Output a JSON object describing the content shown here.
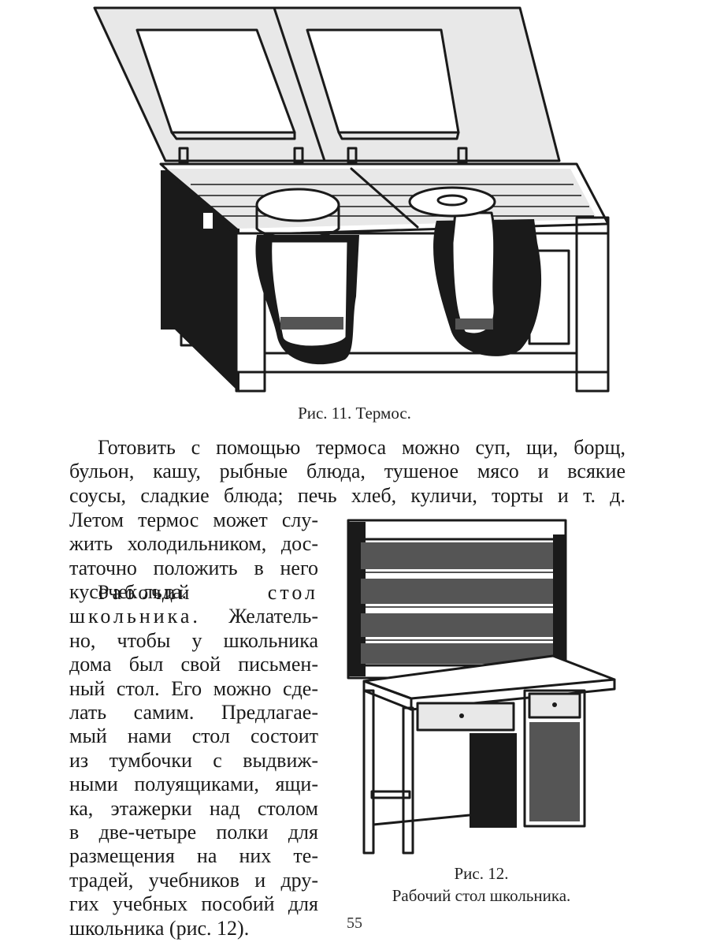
{
  "figure11": {
    "caption": "Рис. 11. Термос."
  },
  "figure12": {
    "caption_number": "Рис. 12.",
    "caption_title": "Рабочий стол школьника."
  },
  "paragraph1": {
    "lines": [
      "Готовить с помощью термоса можно суп, щи, борщ,",
      "бульон, кашу, рыбные блюда, тушеное мясо и всякие",
      "соусы, сладкие блюда; печь хлеб, куличи, торты и т. д."
    ]
  },
  "paragraph2": {
    "lines": [
      "Летом термос может слу-",
      "жить холодильником, дос-",
      "таточно положить в него",
      "кусочек льда."
    ]
  },
  "paragraph3": {
    "heading_part1": "Рабочий стол",
    "heading_part2": "школьника.",
    "heading_rest": "Желатель-",
    "lines": [
      "но, чтобы у школьника",
      "дома был свой письмен-",
      "ный стол. Его можно сде-",
      "лать самим. Предлагае-",
      "мый нами стол состоит",
      "из тумбочки с выдвиж-",
      "ными полуящиками, ящи-",
      "ка, этажерки над столом",
      "в две-четыре полки для",
      "размещения на них те-",
      "традей, учебников и дру-",
      "гих учебных пособий для",
      "школьника (рис. 12)."
    ]
  },
  "page_number": "55"
}
